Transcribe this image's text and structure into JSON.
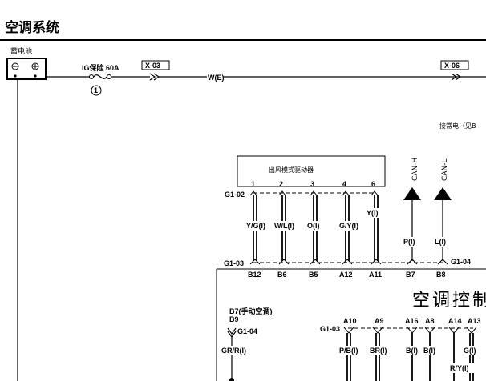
{
  "title": "空调系统",
  "battery": {
    "label": "蓄电池"
  },
  "fuse": {
    "label": "IG保险 60A",
    "number": "1"
  },
  "connectors": {
    "x03": "X-03",
    "x06": "X-06"
  },
  "wire_main": "W(E)",
  "note_right": "接常电（见B",
  "actuator": {
    "label": "出风模式驱动器",
    "conn": "G1-02",
    "pins": [
      "1",
      "2",
      "3",
      "4",
      "6"
    ]
  },
  "can_h": "CAN-H",
  "can_l": "CAN-L",
  "upper_wires": [
    "Y/G(I)",
    "W/L(I)",
    "O(I)",
    "G/Y(I)",
    "Y(I)",
    "P(I)",
    "L(I)"
  ],
  "conn_g103": "G1-03",
  "conn_g104": "G1-04",
  "module_pins_top": [
    "B12",
    "B6",
    "B5",
    "A12",
    "A11",
    "B7",
    "B8"
  ],
  "module_label": "空调控制",
  "module_note": "B7(手动空调)",
  "pin_b9": "B9",
  "lower_conn_left": "G1-04",
  "lower_conn_mid": "G1-03",
  "module_pins_bottom": [
    "A10",
    "A9",
    "A16",
    "A8",
    "A14",
    "A13"
  ],
  "lower_wires": [
    "GR/R(I)",
    "P/B(I)",
    "BR(I)",
    "B(I)",
    "B(I)",
    "G(I)",
    "R/Y(I)"
  ]
}
